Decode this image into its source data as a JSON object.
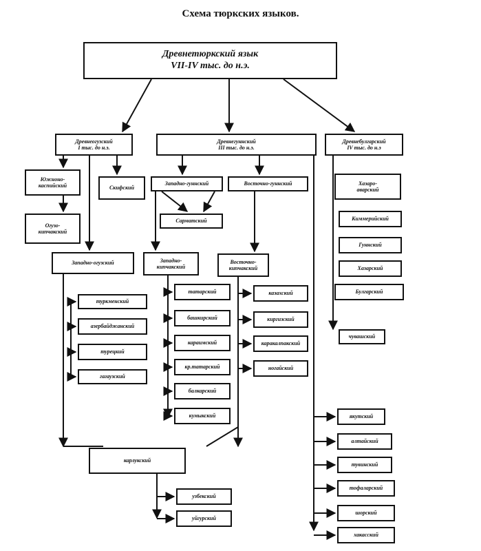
{
  "title": "Схема тюркских языков.",
  "nodes": {
    "root": [
      "Древнетюркский язык",
      "VII-IV тыс. до н.э."
    ],
    "oguz": [
      "Древнеогузский",
      "I тыс. до н.э."
    ],
    "hunnic": [
      "Древнегуннский",
      "III тыс. до н.э."
    ],
    "bulgar": [
      "Древнебулгарский",
      "IV тыс. до н.э"
    ],
    "south_eastern": [
      "Южноно-",
      "каспийский"
    ],
    "scythian": [
      "Скифский"
    ],
    "oguz_kipchak": [
      "Огузо-",
      "кипчакский"
    ],
    "west_hunnic": [
      "Западно-гуннский"
    ],
    "east_hunnic": [
      "Восточно-гуннский"
    ],
    "sarmatian": [
      "Сарматский"
    ],
    "khazar_avar": [
      "Хазаро-",
      "аварский"
    ],
    "kimmerian": [
      "Киммерийский"
    ],
    "hunnic2": [
      "Гуннский"
    ],
    "khazar": [
      "Хазарский"
    ],
    "bulgarian": [
      "Булгарский"
    ],
    "west_oguz": [
      "Западно-огузский"
    ],
    "west_kipchak": [
      "Западно-",
      "кипчакский"
    ],
    "east_kipchak": [
      "Восточно-",
      "кипчакский"
    ],
    "turkmen": [
      "туркменский"
    ],
    "azerbaijani": [
      "азербайджанский"
    ],
    "turkish": [
      "турецкий"
    ],
    "gagauz": [
      "гагаузский"
    ],
    "tatar": [
      "татарский"
    ],
    "bashkir": [
      "башкирский"
    ],
    "karaim": [
      "караимский"
    ],
    "crimean_tatar": [
      "кр.татарский"
    ],
    "balkar": [
      "балкарский"
    ],
    "kumyk": [
      "кумыкский"
    ],
    "kazakh": [
      "казахский"
    ],
    "kyrgyz": [
      "киргизский"
    ],
    "karakalpak": [
      "каракалпакский"
    ],
    "nogai": [
      "ногайский"
    ],
    "chuvash": [
      "чувашский"
    ],
    "karluk": [
      "карлукский"
    ],
    "uzbek": [
      "узбекский"
    ],
    "uyghur": [
      "уйгурский"
    ],
    "yakut": [
      "якутский"
    ],
    "altai": [
      "алтайский"
    ],
    "tuvan": [
      "тувинский"
    ],
    "tofalar": [
      "тофаларский"
    ],
    "shor": [
      "шорский"
    ],
    "khakas": [
      "хакасский"
    ]
  }
}
